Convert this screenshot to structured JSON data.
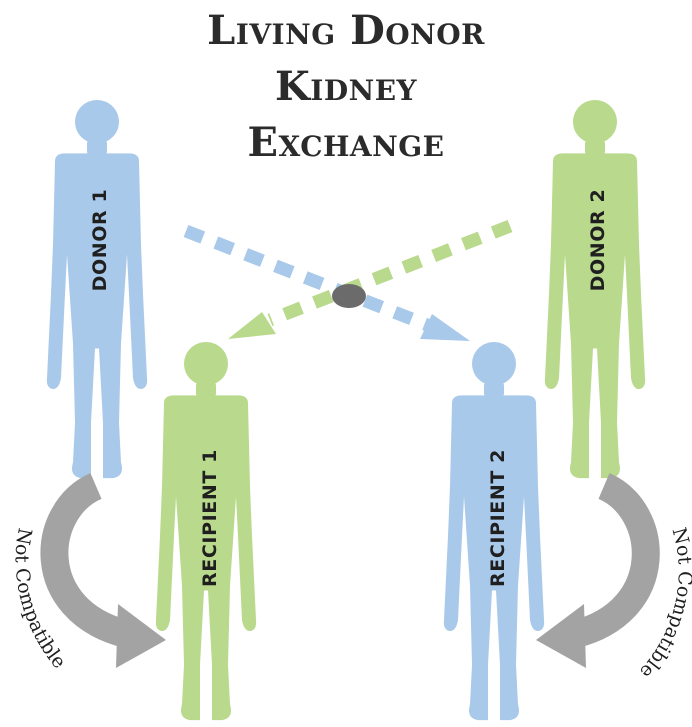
{
  "title": {
    "line1": "Living Donor",
    "line2": "Kidney",
    "line3": "Exchange"
  },
  "figures": {
    "donor1": "DONOR 1",
    "donor2": "DONOR 2",
    "recipient1": "RECIPIENT 1",
    "recipient2": "RECIPIENT 2"
  },
  "incompatible_label": "Not Compatible",
  "colors": {
    "blue": "#a9c9ea",
    "green": "#b9d98d",
    "gray_arrow": "#a3a3a3",
    "center_dot": "#6b6b6b",
    "title": "#2b2b2b"
  }
}
